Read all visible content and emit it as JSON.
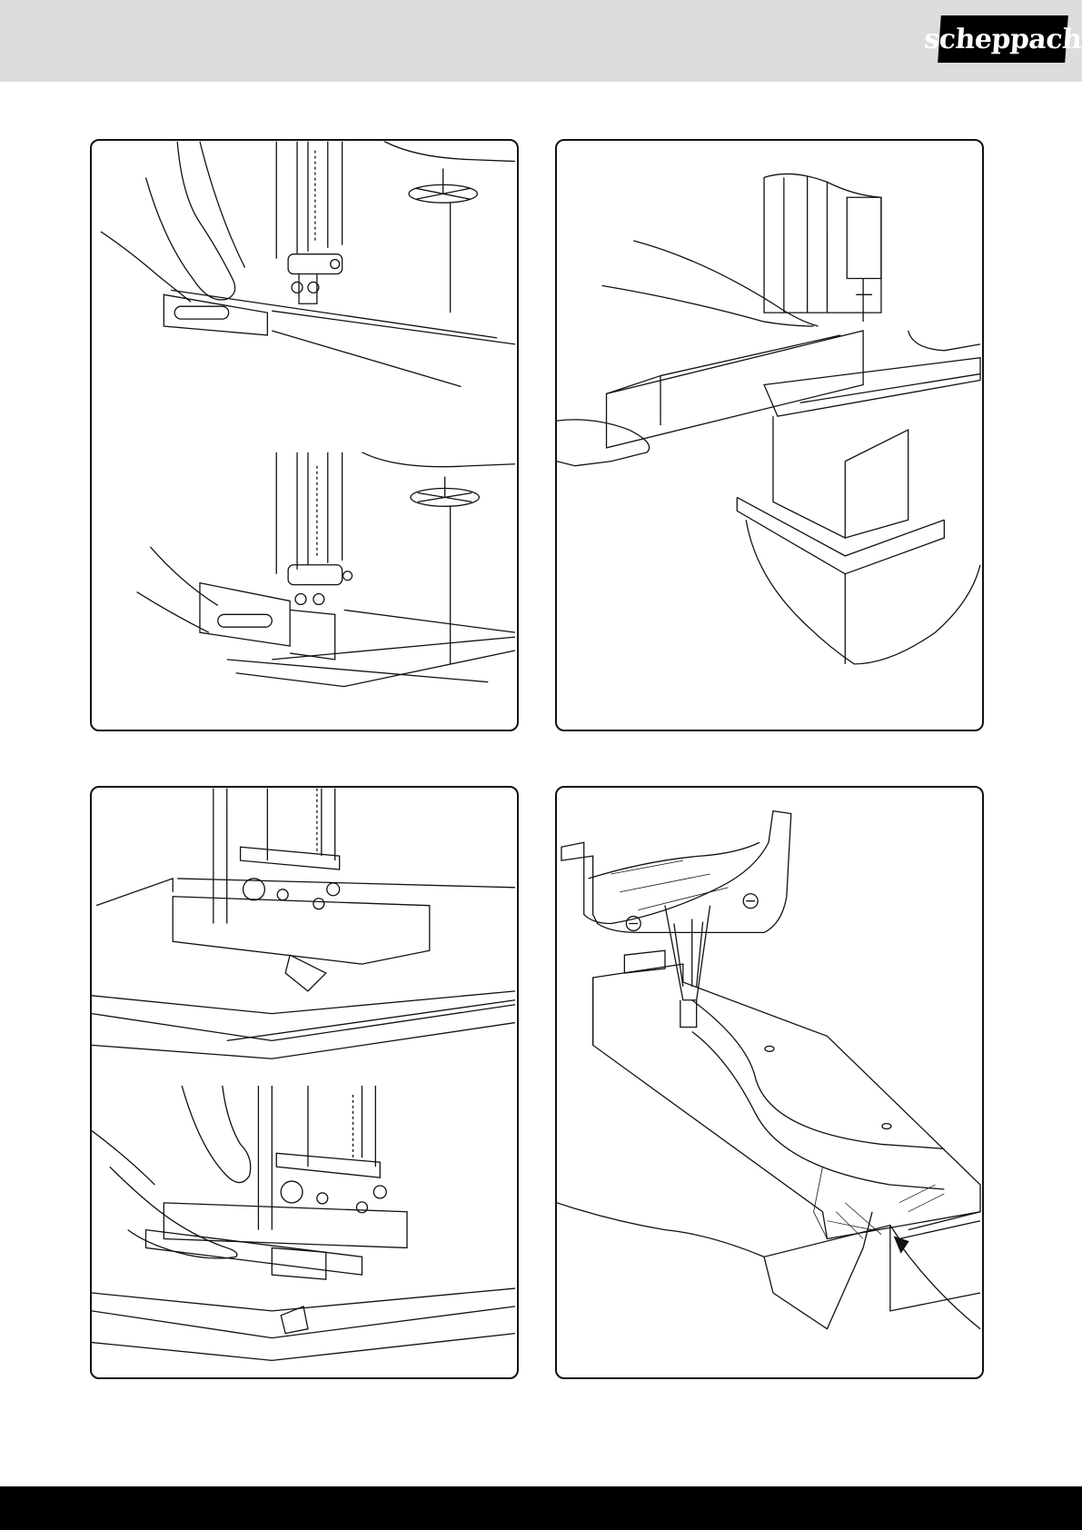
{
  "header": {
    "brand": "scheppach",
    "background_color": "#dddddd"
  },
  "figures": [
    {
      "id": "figure-1",
      "icon": "bandsaw-rip-fence-illustration"
    },
    {
      "id": "figure-2",
      "icon": "bandsaw-mitre-cut-illustration"
    },
    {
      "id": "figure-3",
      "icon": "bandsaw-notch-cut-illustration"
    },
    {
      "id": "figure-4",
      "icon": "bandsaw-curve-cut-illustration"
    }
  ],
  "footer": {
    "background_color": "#000000"
  }
}
